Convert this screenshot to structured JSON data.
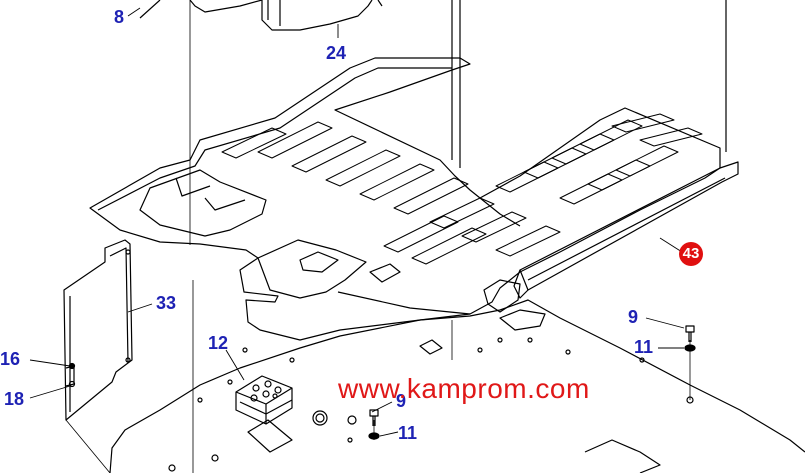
{
  "callouts": {
    "c8": "8",
    "c24": "24",
    "c33": "33",
    "c16": "16",
    "c18": "18",
    "c12": "12",
    "c9a": "9",
    "c11a": "11",
    "c9b": "9",
    "c11b": "11",
    "c43": "43"
  },
  "watermark": "www.kamprom.com",
  "colors": {
    "callout": "#1e22b4",
    "watermark": "#e01818",
    "badge": "#e01010",
    "line": "#000000"
  }
}
